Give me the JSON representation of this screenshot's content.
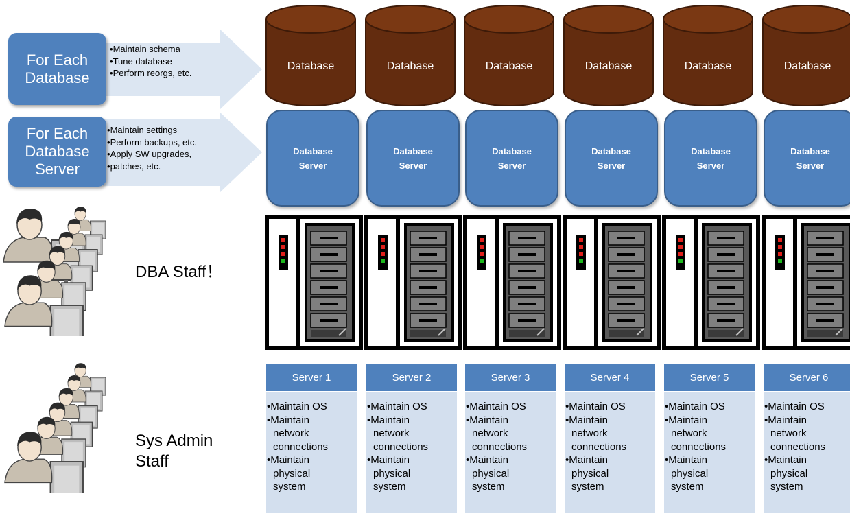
{
  "left_panels": [
    {
      "title": [
        "For Each",
        "Database"
      ],
      "items": [
        "Maintain schema",
        "Tune database",
        "Perform reorgs, etc."
      ]
    },
    {
      "title": [
        "For Each",
        "Database",
        "Server"
      ],
      "items": [
        "Maintain settings",
        "Perform backups, etc.",
        "Apply SW upgrades,",
        "patches, etc."
      ]
    }
  ],
  "staff": [
    {
      "label": "DBA Staff！"
    },
    {
      "label_lines": [
        "Sys Admin",
        "Staff"
      ]
    }
  ],
  "database_label": "Database",
  "database_server_label": [
    "Database",
    "Server"
  ],
  "servers": [
    {
      "name": "Server 1"
    },
    {
      "name": "Server 2"
    },
    {
      "name": "Server 3"
    },
    {
      "name": "Server 4"
    },
    {
      "name": "Server 5"
    },
    {
      "name": "Server 6"
    }
  ],
  "server_tasks": [
    [
      "Maintain OS"
    ],
    [
      "Maintain",
      "network",
      "connections"
    ],
    [
      "Maintain",
      "physical",
      "system"
    ]
  ],
  "colors": {
    "blue": "#4f81bd",
    "light_blue": "#d3dfee",
    "database_brown": "#632c0f",
    "arrow": "#dce6f2"
  }
}
